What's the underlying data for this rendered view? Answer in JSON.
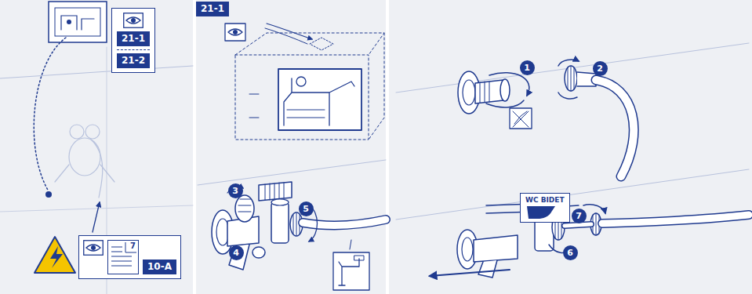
{
  "diagram": {
    "nodes": [
      {
        "text": [
          "21-1",
          "21-2"
        ]
      },
      {
        "text": [
          "7",
          "10-A"
        ]
      },
      {
        "text": [
          "21-1"
        ]
      },
      {
        "text": [
          "WC BIDET"
        ]
      }
    ],
    "labels": [
      "1",
      "2",
      "3",
      "4",
      "5",
      "6",
      "7"
    ]
  }
}
